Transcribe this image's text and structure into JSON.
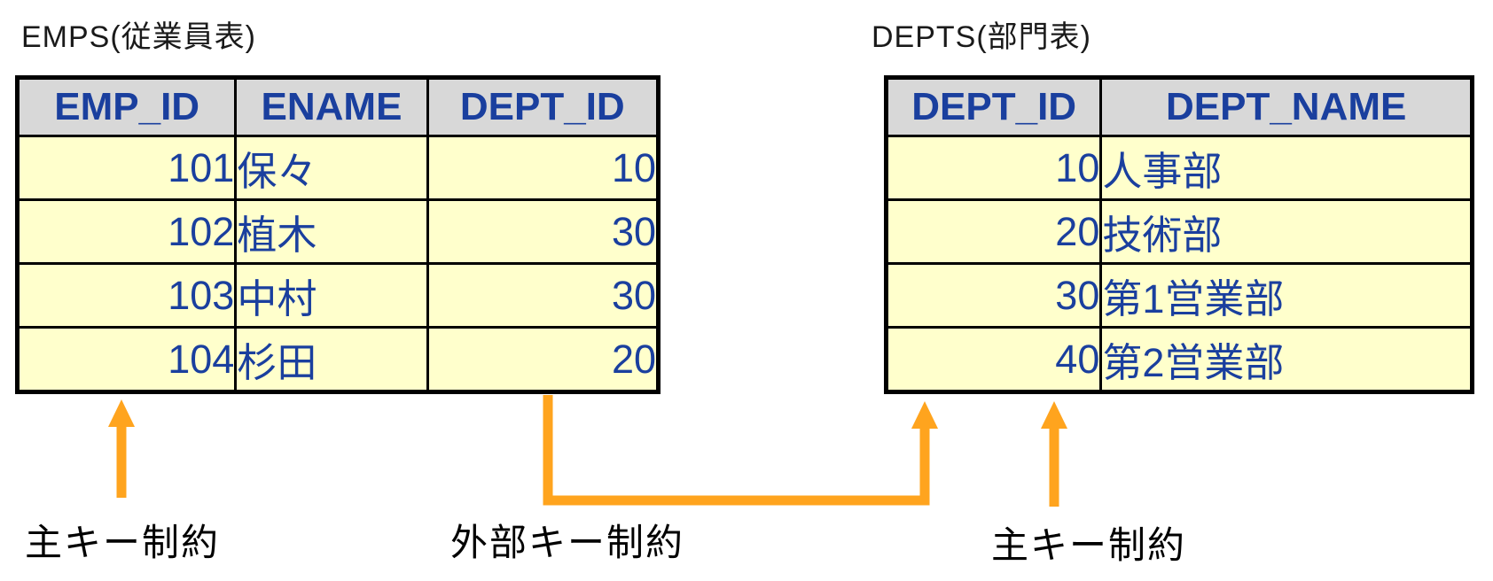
{
  "diagram": {
    "tables": [
      {
        "id": "EMPS",
        "title": "EMPS(従業員表)",
        "columns": [
          "EMP_ID",
          "ENAME",
          "DEPT_ID"
        ],
        "rows": [
          [
            "101",
            "保々",
            "10"
          ],
          [
            "102",
            "植木",
            "30"
          ],
          [
            "103",
            "中村",
            "30"
          ],
          [
            "104",
            "杉田",
            "20"
          ]
        ]
      },
      {
        "id": "DEPTS",
        "title": "DEPTS(部門表)",
        "columns": [
          "DEPT_ID",
          "DEPT_NAME"
        ],
        "rows": [
          [
            "10",
            "人事部"
          ],
          [
            "20",
            "技術部"
          ],
          [
            "30",
            "第1営業部"
          ],
          [
            "40",
            "第2営業部"
          ]
        ]
      }
    ],
    "annotations": [
      {
        "label": "主キー制約",
        "target": "EMPS.EMP_ID"
      },
      {
        "label": "外部キー制約",
        "target": "EMPS.DEPT_ID -> DEPTS.DEPT_ID"
      },
      {
        "label": "主キー制約",
        "target": "DEPTS.DEPT_ID"
      }
    ],
    "colors": {
      "header_bg": "#d8d8d8",
      "row_bg": "#ffffcc",
      "table_text_blue": "#1a3f9e",
      "arrow_orange": "#ffa41e",
      "border": "#000000"
    }
  }
}
